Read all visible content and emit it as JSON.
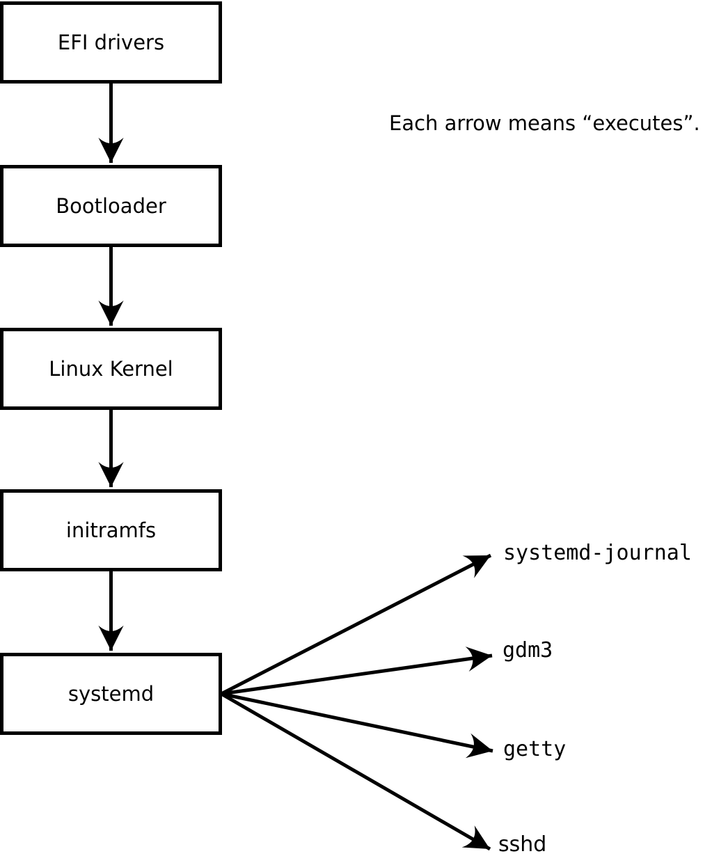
{
  "diagram": {
    "annotation": "Each arrow means “executes”.",
    "colors": {
      "background": "#ffffff",
      "line": "#000000",
      "box_fill": "#ffffff",
      "text": "#000000"
    },
    "boot_chain": [
      {
        "label": "EFI drivers"
      },
      {
        "label": "Bootloader"
      },
      {
        "label": "Linux Kernel"
      },
      {
        "label": "initramfs"
      },
      {
        "label": "systemd"
      }
    ],
    "spawned_processes": [
      {
        "label": "systemd-journal"
      },
      {
        "label": "gdm3"
      },
      {
        "label": "getty"
      },
      {
        "label": "sshd"
      }
    ]
  }
}
